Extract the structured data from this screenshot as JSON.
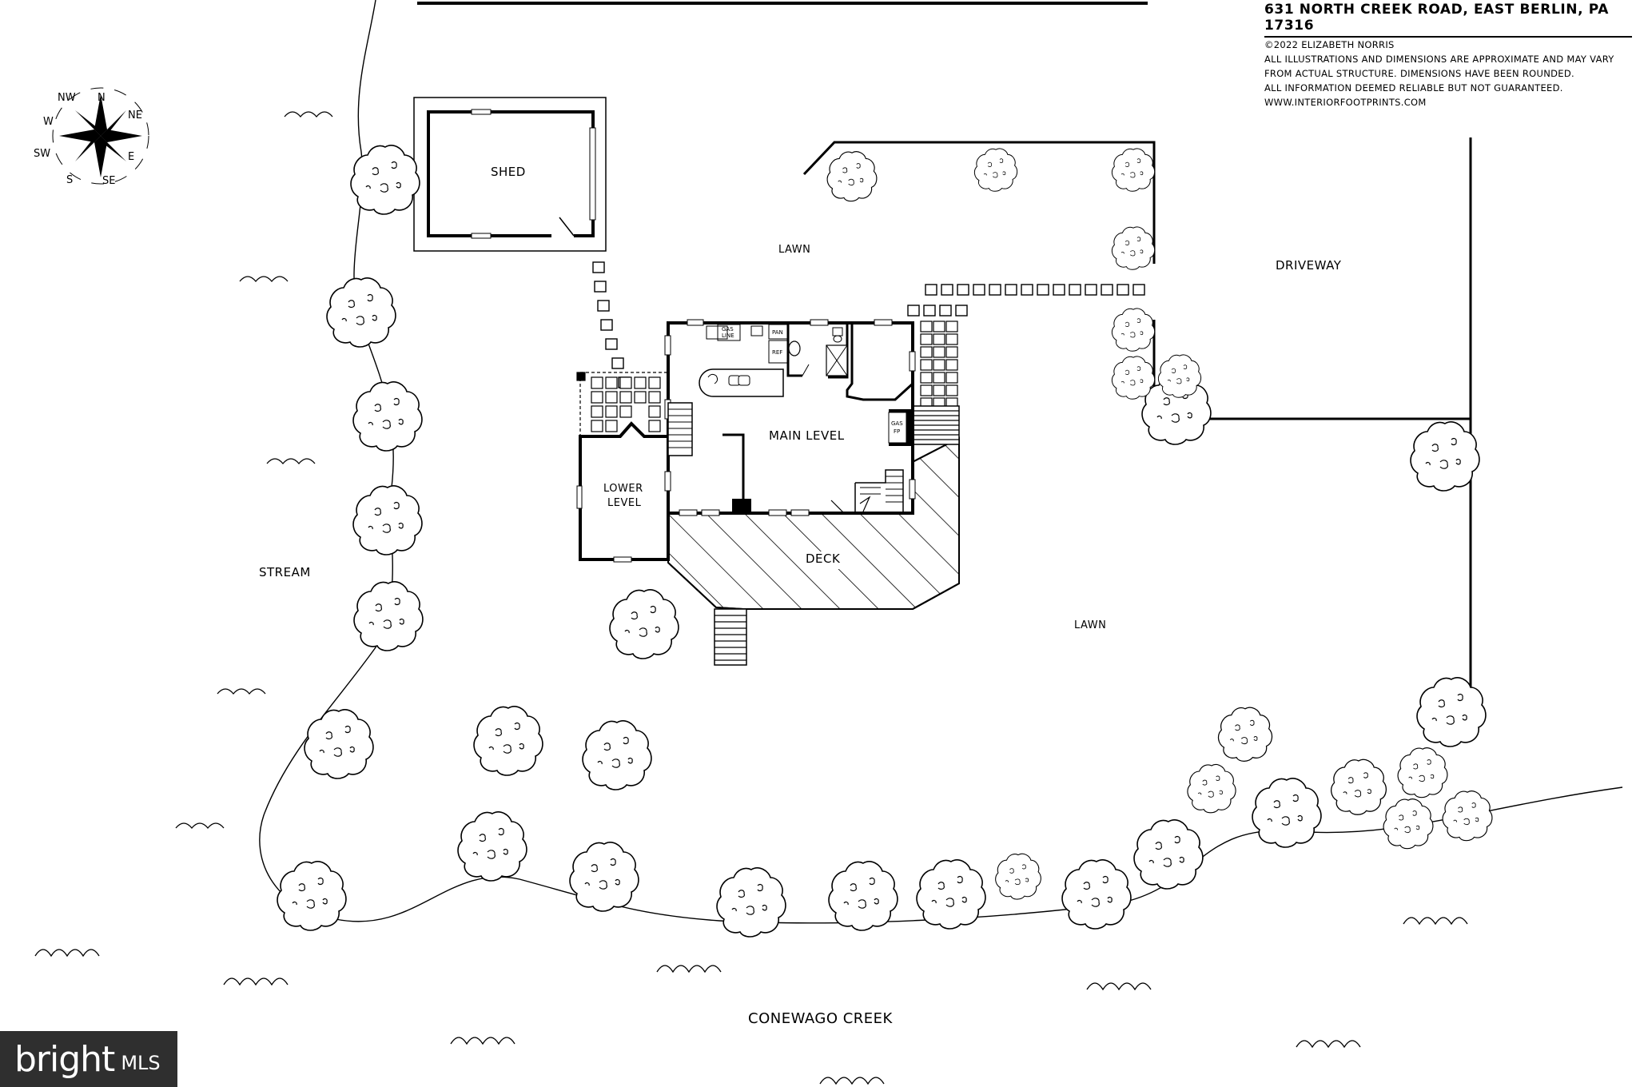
{
  "notice": {
    "address": "631 NORTH CREEK ROAD, EAST BERLIN, PA 17316",
    "copyright": "©2022 ELIZABETH NORRIS",
    "disclaimer_1": "ALL ILLUSTRATIONS AND DIMENSIONS ARE APPROXIMATE AND MAY VARY",
    "disclaimer_2": "FROM ACTUAL STRUCTURE. DIMENSIONS HAVE BEEN ROUNDED.",
    "disclaimer_3": "ALL INFORMATION DEEMED RELIABLE BUT NOT GUARANTEED.",
    "website": "WWW.INTERIORFOOTPRINTS.COM"
  },
  "labels": {
    "shed": "SHED",
    "lawn_north": "LAWN",
    "driveway": "DRIVEWAY",
    "main_level": "MAIN LEVEL",
    "lower_level_1": "LOWER",
    "lower_level_2": "LEVEL",
    "deck": "DECK",
    "stream": "STREAM",
    "lawn_south": "LAWN",
    "creek": "CONEWAGO CREEK"
  },
  "fixtures": {
    "gas_line_1": "GAS",
    "gas_line_2": "LINE",
    "pantry": "PAN",
    "refrigerator": "REF",
    "gas_fp_1": "GAS",
    "gas_fp_2": "FP"
  },
  "compass": {
    "n": "N",
    "ne": "NE",
    "e": "E",
    "se": "SE",
    "s": "S",
    "sw": "SW",
    "w": "W",
    "nw": "NW"
  },
  "brand": {
    "name": "bright",
    "suffix": "MLS"
  }
}
